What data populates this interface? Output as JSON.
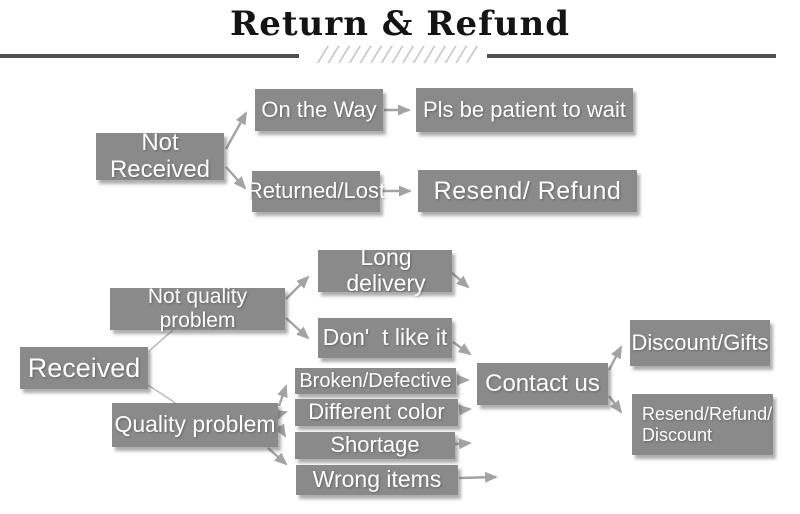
{
  "title": "Return & Refund",
  "decor": {
    "hatch": "///////////////"
  },
  "colors": {
    "box_fill": "#8a8a8a",
    "box_text": "#ffffff",
    "arrow": "#a3a3a3",
    "connector": "#bdbdbd",
    "rule": "#4f4f4f",
    "hatch": "#c9c9c9",
    "title_text": "#141414",
    "background": "#ffffff"
  },
  "nodes": {
    "not_received": {
      "label": "Not Received"
    },
    "on_the_way": {
      "label": "On the Way"
    },
    "returned_lost": {
      "label": "Returned/Lost"
    },
    "pls_wait": {
      "label": "Pls be patient to wait"
    },
    "resend_refund": {
      "label": "Resend/ Refund"
    },
    "received": {
      "label": "Received"
    },
    "not_quality_problem": {
      "label": "Not quality problem"
    },
    "quality_problem": {
      "label": "Quality problem"
    },
    "long_delivery": {
      "label": "Long delivery"
    },
    "dont_like_it": {
      "label": "Don'  t like it"
    },
    "broken_defective": {
      "label": "Broken/Defective"
    },
    "different_color": {
      "label": "Different color"
    },
    "shortage": {
      "label": "Shortage"
    },
    "wrong_items": {
      "label": "Wrong items"
    },
    "contact_us": {
      "label": "Contact us"
    },
    "discount_gifts": {
      "label": "Discount/Gifts"
    },
    "resend_refund_discount": {
      "label": "Resend/Refund/\nDiscount"
    }
  },
  "edges": [
    {
      "from": "not_received",
      "to": "on_the_way"
    },
    {
      "from": "not_received",
      "to": "returned_lost"
    },
    {
      "from": "on_the_way",
      "to": "pls_wait"
    },
    {
      "from": "returned_lost",
      "to": "resend_refund"
    },
    {
      "from": "received",
      "to": "not_quality_problem"
    },
    {
      "from": "received",
      "to": "quality_problem"
    },
    {
      "from": "not_quality_problem",
      "to": "long_delivery"
    },
    {
      "from": "not_quality_problem",
      "to": "dont_like_it"
    },
    {
      "from": "long_delivery",
      "to": "contact_us"
    },
    {
      "from": "dont_like_it",
      "to": "contact_us"
    },
    {
      "from": "quality_problem",
      "to": "broken_defective"
    },
    {
      "from": "quality_problem",
      "to": "different_color"
    },
    {
      "from": "quality_problem",
      "to": "shortage"
    },
    {
      "from": "quality_problem",
      "to": "wrong_items"
    },
    {
      "from": "broken_defective",
      "to": "contact_us"
    },
    {
      "from": "different_color",
      "to": "contact_us"
    },
    {
      "from": "shortage",
      "to": "contact_us"
    },
    {
      "from": "wrong_items",
      "to": "contact_us"
    },
    {
      "from": "contact_us",
      "to": "discount_gifts"
    },
    {
      "from": "contact_us",
      "to": "resend_refund_discount"
    }
  ]
}
